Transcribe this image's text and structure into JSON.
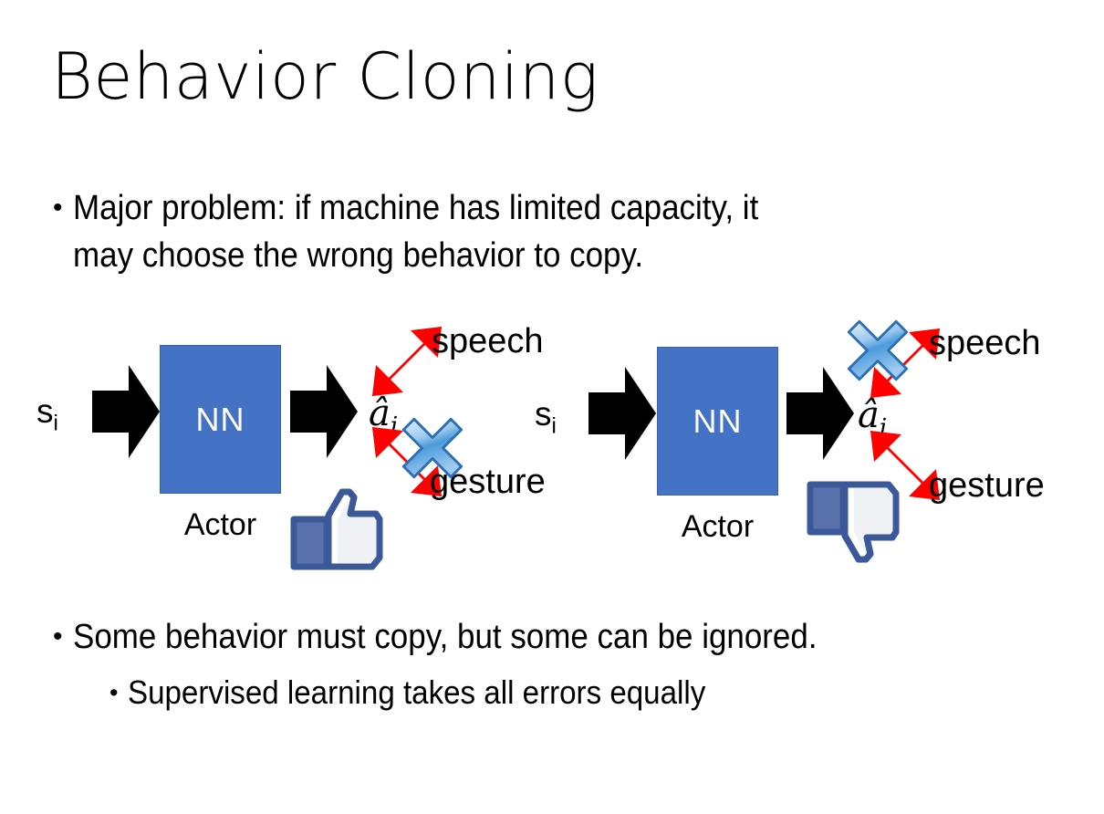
{
  "slide": {
    "title": "Behavior Cloning",
    "background_color": "#FFFFFF"
  },
  "bullets": {
    "top": {
      "marker": "•",
      "text": "Major problem: if machine has limited capacity, it\nmay choose the wrong behavior to copy."
    },
    "bottom_level1": {
      "marker": "•",
      "text": "Some behavior must copy, but some can be ignored."
    },
    "bottom_level2": {
      "marker": "•",
      "text": "Supervised learning takes all errors equally"
    }
  },
  "colors": {
    "nn_box_fill": "#4472C4",
    "nn_box_border": "#3A62AA",
    "red_arrow": "#FF0000",
    "blue_x_light": "#CFE3F7",
    "blue_x_mid": "#4F9FE0",
    "blue_x_dark": "#1F5FA8",
    "thumb_blue": "#3B5998",
    "black_arrow": "#000000",
    "text": "#000000"
  },
  "diagrams": [
    {
      "id": "left-diagram",
      "state_label": "s",
      "state_subscript": "i",
      "nn_label": "NN",
      "actor_label": "Actor",
      "action_label": "â",
      "action_subscript": "i",
      "outputs": [
        {
          "name": "speech",
          "label": "speech",
          "crossed_out": false
        },
        {
          "name": "gesture",
          "label": "gesture",
          "crossed_out": true
        }
      ],
      "feedback_icon": "thumbs-up-icon",
      "feedback_value": "positive"
    },
    {
      "id": "right-diagram",
      "state_label": "s",
      "state_subscript": "i",
      "nn_label": "NN",
      "actor_label": "Actor",
      "action_label": "â",
      "action_subscript": "i",
      "outputs": [
        {
          "name": "speech",
          "label": "speech",
          "crossed_out": true
        },
        {
          "name": "gesture",
          "label": "gesture",
          "crossed_out": false
        }
      ],
      "feedback_icon": "thumbs-down-icon",
      "feedback_value": "negative"
    }
  ]
}
